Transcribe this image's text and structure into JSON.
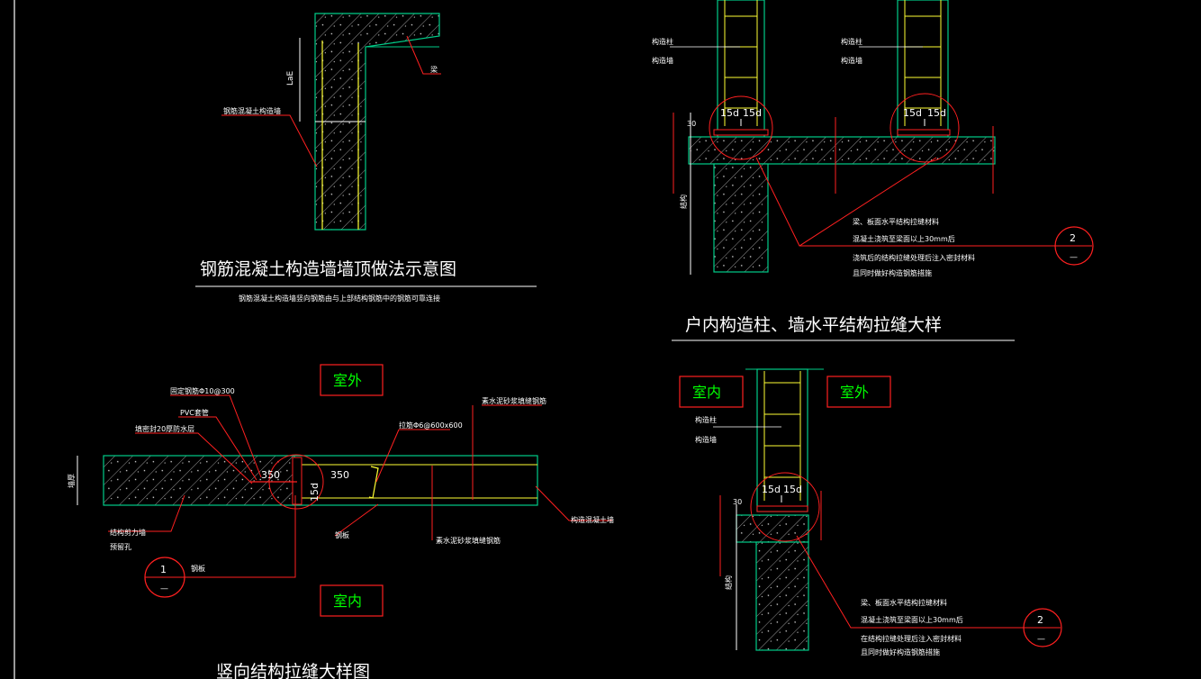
{
  "colors": {
    "background": "#000000",
    "concrete_outline": "#00cc88",
    "leader_line": "#ff2020",
    "rebar": "#ffff33",
    "text": "#ffffff",
    "label_text": "#00ff00"
  },
  "drawing_1": {
    "title": "钢筋混凝土构造墙墙顶做法示意图",
    "note": "钢筋混凝土构造墙竖向钢筋由与上部结构钢筋中的钢筋可靠连接",
    "dim_label": "LaE",
    "callout_left": "钢筋混凝土构造墙",
    "callout_right": "梁"
  },
  "drawing_2": {
    "title": "户内构造柱、墙水平结构拉缝大样",
    "left_col_labels": [
      "构造柱",
      "构造墙"
    ],
    "right_col_labels": [
      "构造柱",
      "构造墙"
    ],
    "dims": [
      "15d",
      "15d",
      "15d",
      "15d"
    ],
    "dim_30": "30",
    "dim_side": "结构",
    "note_lines": [
      "梁、板面水平结构拉缝材料",
      "混凝土浇筑至梁面以上30mm后",
      "浇筑后的结构拉缝处理后注入密封材料",
      "且同时做好构造钢筋措施"
    ],
    "callout_number": "2",
    "callout_sub": "—"
  },
  "drawing_3": {
    "title": "竖向结构拉缝大样图",
    "label_outside": "室外",
    "label_inside": "室内",
    "callouts": [
      "固定钢筋Φ10@300",
      "PVC套管",
      "填密封20厚防水层",
      "拉筋Φ6@600x600",
      "素水泥砂浆填缝钢筋",
      "结构剪力墙",
      "预留孔",
      "钢板",
      "构造混凝土墙"
    ],
    "dims": [
      "350",
      "350",
      "15d"
    ],
    "dim_side": "墙厚",
    "callout_number": "1",
    "callout_sub": "—"
  },
  "drawing_4": {
    "label_inside": "室内",
    "label_outside": "室外",
    "col_labels": [
      "构造柱",
      "构造墙"
    ],
    "dims": [
      "15d",
      "15d"
    ],
    "dim_30": "30",
    "dim_side": "结构",
    "note_lines": [
      "梁、板面水平结构拉缝材料",
      "混凝土浇筑至梁面以上30mm后",
      "在结构拉缝处理后注入密封材料",
      "且同时做好构造钢筋措施"
    ],
    "callout_number": "2",
    "callout_sub": "—"
  }
}
